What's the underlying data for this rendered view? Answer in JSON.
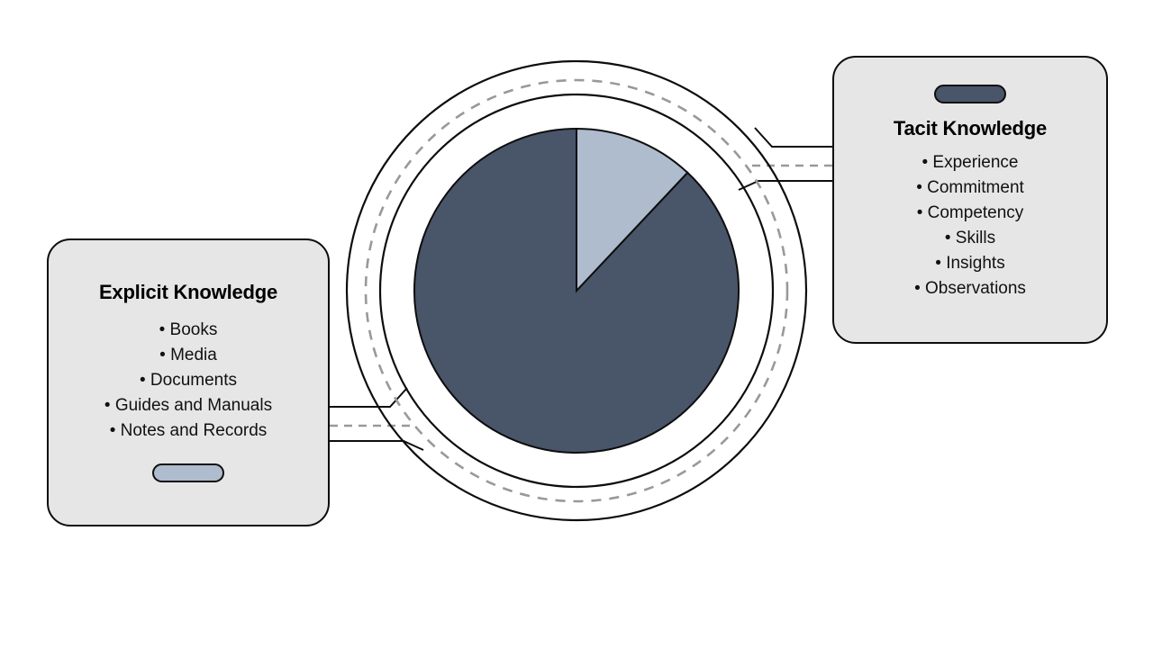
{
  "diagram": {
    "title_semantic": "tacit-vs-explicit-knowledge-diagram",
    "background_color": "#ffffff"
  },
  "palette": {
    "dark_slice": "#495569",
    "light_slice": "#aebccd",
    "panel_fill": "#e6e6e6",
    "stroke": "#0d0d0d",
    "dashed_ring": "#999999"
  },
  "left_panel": {
    "title": "Explicit Knowledge",
    "items": [
      "• Books",
      "• Media",
      "• Documents",
      "• Guides and Manuals",
      "• Notes and Records"
    ],
    "pill_color": "#aebccd"
  },
  "right_panel": {
    "title": "Tacit Knowledge",
    "items": [
      "• Experience",
      "• Commitment",
      "• Competency",
      "• Skills",
      "• Insights",
      "• Observations"
    ],
    "pill_color": "#495569"
  },
  "chart_data": {
    "type": "pie",
    "title": "",
    "categories": [
      "Tacit Knowledge",
      "Explicit Knowledge"
    ],
    "values": [
      88,
      12
    ],
    "colors": [
      "#495569",
      "#aebccd"
    ],
    "start_angle_deg": 0,
    "direction": "counterclockwise",
    "labels_shown": false,
    "legend": "none",
    "center": [
      640,
      323
    ],
    "radius": 180,
    "rings": [
      {
        "name": "outer-solid-ring",
        "radius": 255,
        "style": "solid"
      },
      {
        "name": "middle-dashed-ring",
        "radius": 234,
        "style": "dashed"
      },
      {
        "name": "inner-solid-ring",
        "radius": 218,
        "style": "solid"
      }
    ]
  },
  "connectors": {
    "left": {
      "name": "explicit-connector",
      "style": "channel-with-dashed-center"
    },
    "right": {
      "name": "tacit-connector",
      "style": "channel-with-dashed-center"
    }
  }
}
